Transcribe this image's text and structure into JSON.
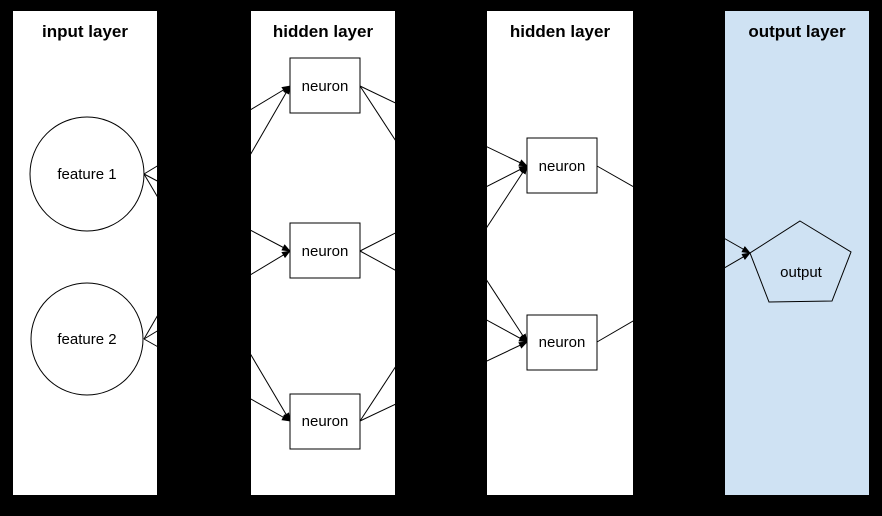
{
  "diagram": {
    "type": "neural-network",
    "colors": {
      "background": "#000000",
      "panel_fill": "#ffffff",
      "output_panel_fill": "#cfe2f3",
      "stroke": "#000000",
      "title_text": "#000000"
    },
    "layers": [
      {
        "title": "input layer",
        "node_shape": "circle",
        "nodes": [
          {
            "label": "feature 1"
          },
          {
            "label": "feature 2"
          }
        ]
      },
      {
        "title": "hidden layer",
        "node_shape": "rectangle",
        "nodes": [
          {
            "label": "neuron"
          },
          {
            "label": "neuron"
          },
          {
            "label": "neuron"
          }
        ]
      },
      {
        "title": "hidden layer",
        "node_shape": "rectangle",
        "nodes": [
          {
            "label": "neuron"
          },
          {
            "label": "neuron"
          }
        ]
      },
      {
        "title": "output layer",
        "node_shape": "pentagon",
        "nodes": [
          {
            "label": "output"
          }
        ]
      }
    ],
    "connections": [
      "feature 1 -> hidden1 neuron 1",
      "feature 1 -> hidden1 neuron 2",
      "feature 1 -> hidden1 neuron 3",
      "feature 2 -> hidden1 neuron 1",
      "feature 2 -> hidden1 neuron 2",
      "feature 2 -> hidden1 neuron 3",
      "hidden1 neuron 1 -> hidden2 neuron 1",
      "hidden1 neuron 1 -> hidden2 neuron 2",
      "hidden1 neuron 2 -> hidden2 neuron 1",
      "hidden1 neuron 2 -> hidden2 neuron 2",
      "hidden1 neuron 3 -> hidden2 neuron 1",
      "hidden1 neuron 3 -> hidden2 neuron 2",
      "hidden2 neuron 1 -> output",
      "hidden2 neuron 2 -> output"
    ]
  }
}
